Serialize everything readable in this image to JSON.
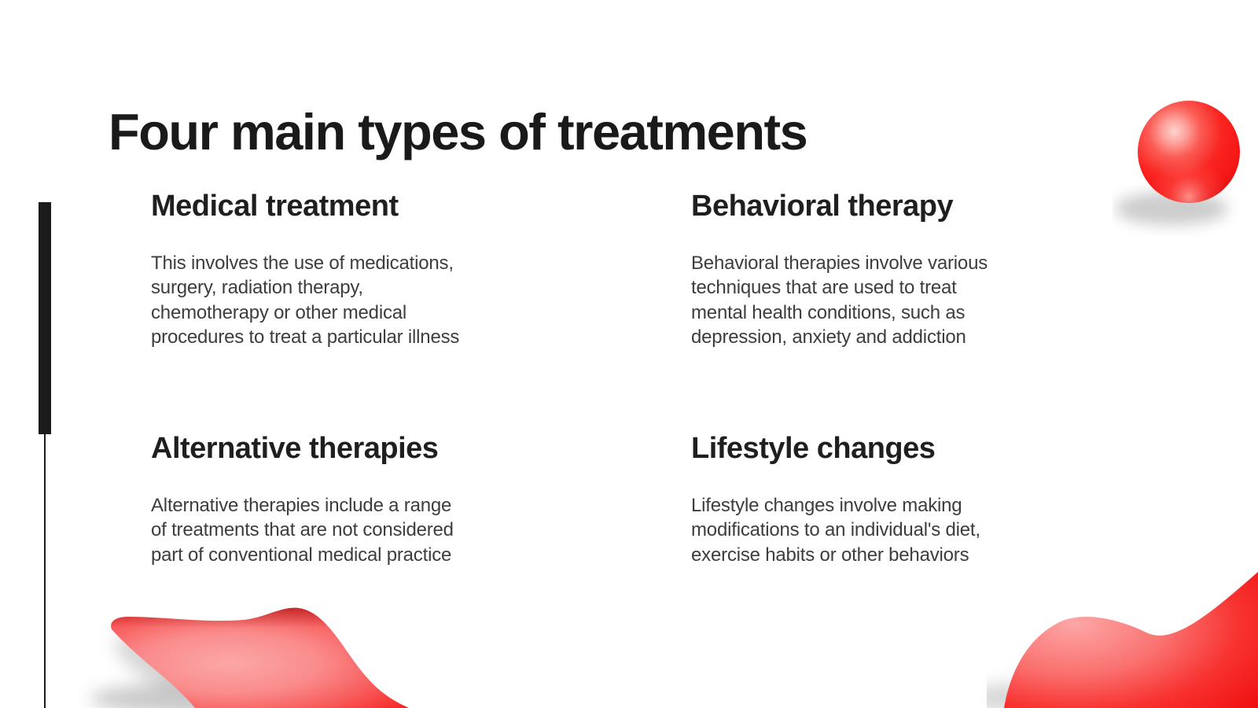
{
  "slide": {
    "title": "Four main types of treatments",
    "sections": [
      {
        "heading": "Medical treatment",
        "body": "This involves the use of medications,\nsurgery, radiation therapy,\nchemotherapy or other medical\nprocedures to treat a particular illness"
      },
      {
        "heading": "Behavioral therapy",
        "body": "Behavioral therapies involve various\ntechniques that are used to treat\nmental health conditions, such as\ndepression, anxiety and addiction"
      },
      {
        "heading": "Alternative therapies",
        "body": "Alternative therapies include a range\nof treatments that are not considered\npart of conventional medical practice"
      },
      {
        "heading": "Lifestyle changes",
        "body": "Lifestyle changes involve making\nmodifications to an individual's diet,\nexercise habits or other behaviors"
      }
    ],
    "colors": {
      "background": "#ffffff",
      "title_text": "#1a1a1a",
      "heading_text": "#1f1f1f",
      "body_text": "#3d3d3d",
      "bar_black": "#1b1b1b",
      "accent_red": "#fa2420",
      "accent_red_light": "#fca1a1",
      "accent_red_dark": "#d11010"
    },
    "decorations": [
      "glossy-red-sphere-top-right",
      "red-liquid-blob-bottom-left",
      "red-liquid-blob-bottom-right",
      "black-vertical-bar-left",
      "thin-vertical-line-left"
    ]
  }
}
